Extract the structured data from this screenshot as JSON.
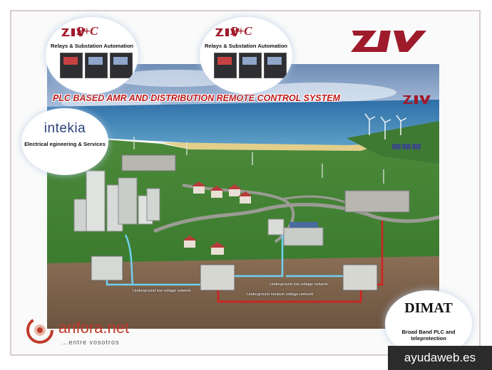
{
  "pc_product": {
    "brand": "ZIV",
    "mark": "P+C",
    "subtitle": "Relays & Substation Automation"
  },
  "ziv_logo": "ZIV",
  "diagram": {
    "title": "PLC BASED AMR AND DISTRIBUTION REMOTE CONTROL SYSTEM",
    "labels": {
      "low_voltage_left": "Underground low voltage network",
      "low_voltage_right": "Underground low voltage network",
      "medium_voltage": "Underground medium voltage network"
    }
  },
  "intekia": {
    "name": "intekia",
    "subtitle": "Electrical egineering & Services"
  },
  "dimat": {
    "name": "DIMAT",
    "subtitle_line1": "Broad Band PLC and",
    "subtitle_line2": "teleprotection"
  },
  "anfora": {
    "name": "anfora.net",
    "tagline": "...entre vosotros"
  },
  "watermark": "ayudaweb.es",
  "colors": {
    "title_red": "#c01818",
    "ziv_red": "#a11a2a",
    "cable_blue": "#6fd0f0",
    "cable_red": "#d42020"
  }
}
